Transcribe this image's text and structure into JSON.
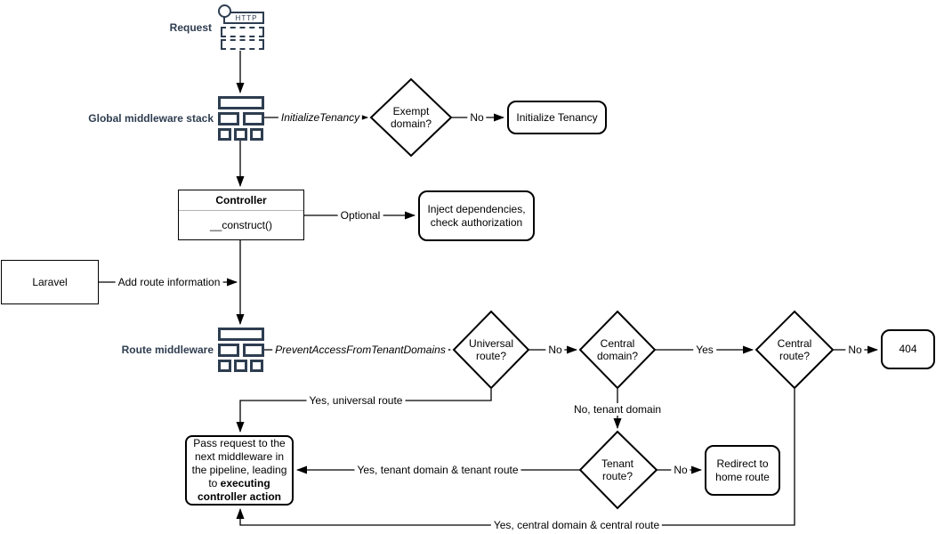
{
  "colors": {
    "accent": "#2e3d50",
    "line": "#000000"
  },
  "labels": {
    "request": "Request",
    "http": "HTTP",
    "global_middleware_stack": "Global middleware stack",
    "route_middleware": "Route middleware"
  },
  "nodes": {
    "exempt_domain": "Exempt domain?",
    "initialize_tenancy": "Initialize Tenancy",
    "controller": {
      "title": "Controller",
      "method": "__construct()"
    },
    "inject_dependencies": "Inject dependencies, check authorization",
    "laravel": "Laravel",
    "universal_route": "Universal route?",
    "central_domain": "Central domain?",
    "central_route": "Central route?",
    "error_404": "404",
    "tenant_route": "Tenant route?",
    "redirect_home": "Redirect to home route",
    "pass_request": {
      "prefix": "Pass request to the next middleware in the pipeline, leading to ",
      "bold": "executing controller action"
    }
  },
  "edge_labels": {
    "initialize_tenancy_mw": "InitializeTenancy",
    "exempt_no": "No",
    "optional": "Optional",
    "add_route_information": "Add route information",
    "prevent_access": "PreventAccessFromTenantDomains",
    "universal_no": "No",
    "central_domain_yes": "Yes",
    "central_route_no": "No",
    "no_tenant_domain": "No, tenant domain",
    "tenant_route_no": "No",
    "yes_universal_route": "Yes, universal route",
    "yes_tenant_domain_route": "Yes, tenant domain & tenant route",
    "yes_central_domain_route": "Yes, central domain & central route"
  }
}
